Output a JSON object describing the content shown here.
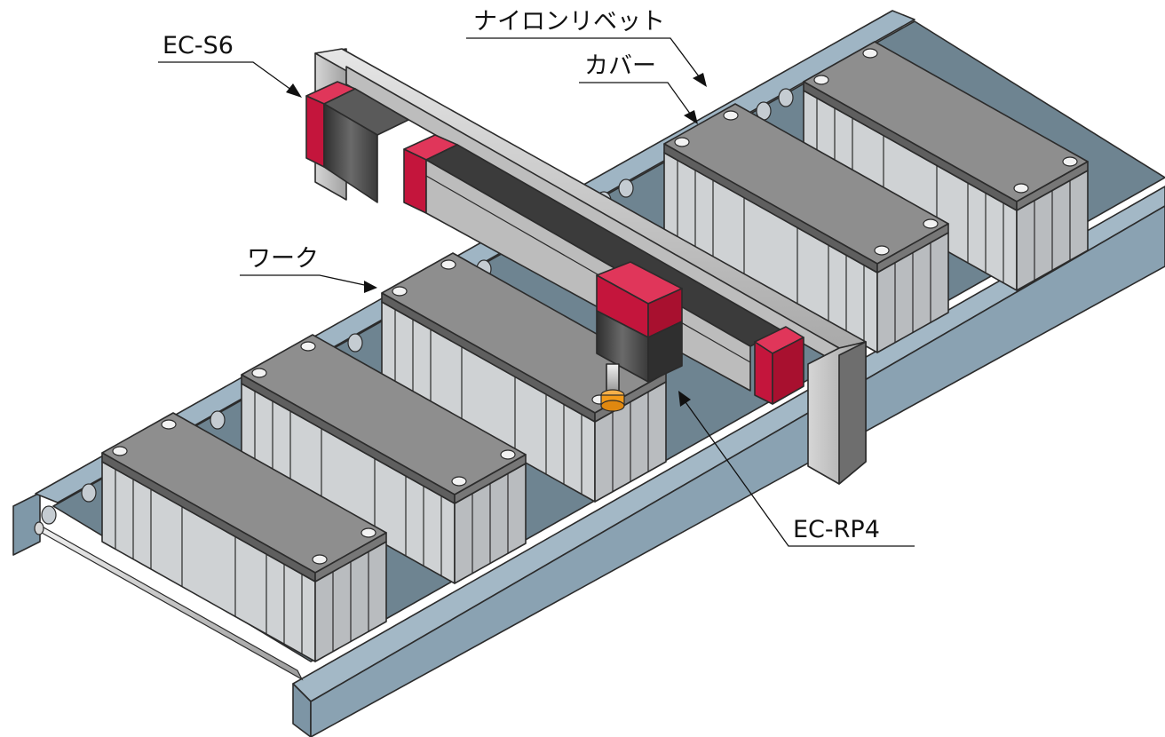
{
  "labels": {
    "actuator_axis": "EC-S6",
    "rotary_unit": "EC-RP4",
    "work": "ワーク",
    "cover": "カバー",
    "nylon_rivet": "ナイロンリベット"
  },
  "colors": {
    "conveyor_frame": "#8fa7b7",
    "conveyor_belt": "#6e8491",
    "roller": "#c5ccd2",
    "work_body": "#d4d6d8",
    "work_cover": "#8e8e8e",
    "actuator_red": "#c4153c",
    "actuator_body": "#4a4a4a",
    "gantry_beam": "#c8c8c8",
    "nozzle_orange": "#f29a1a"
  }
}
